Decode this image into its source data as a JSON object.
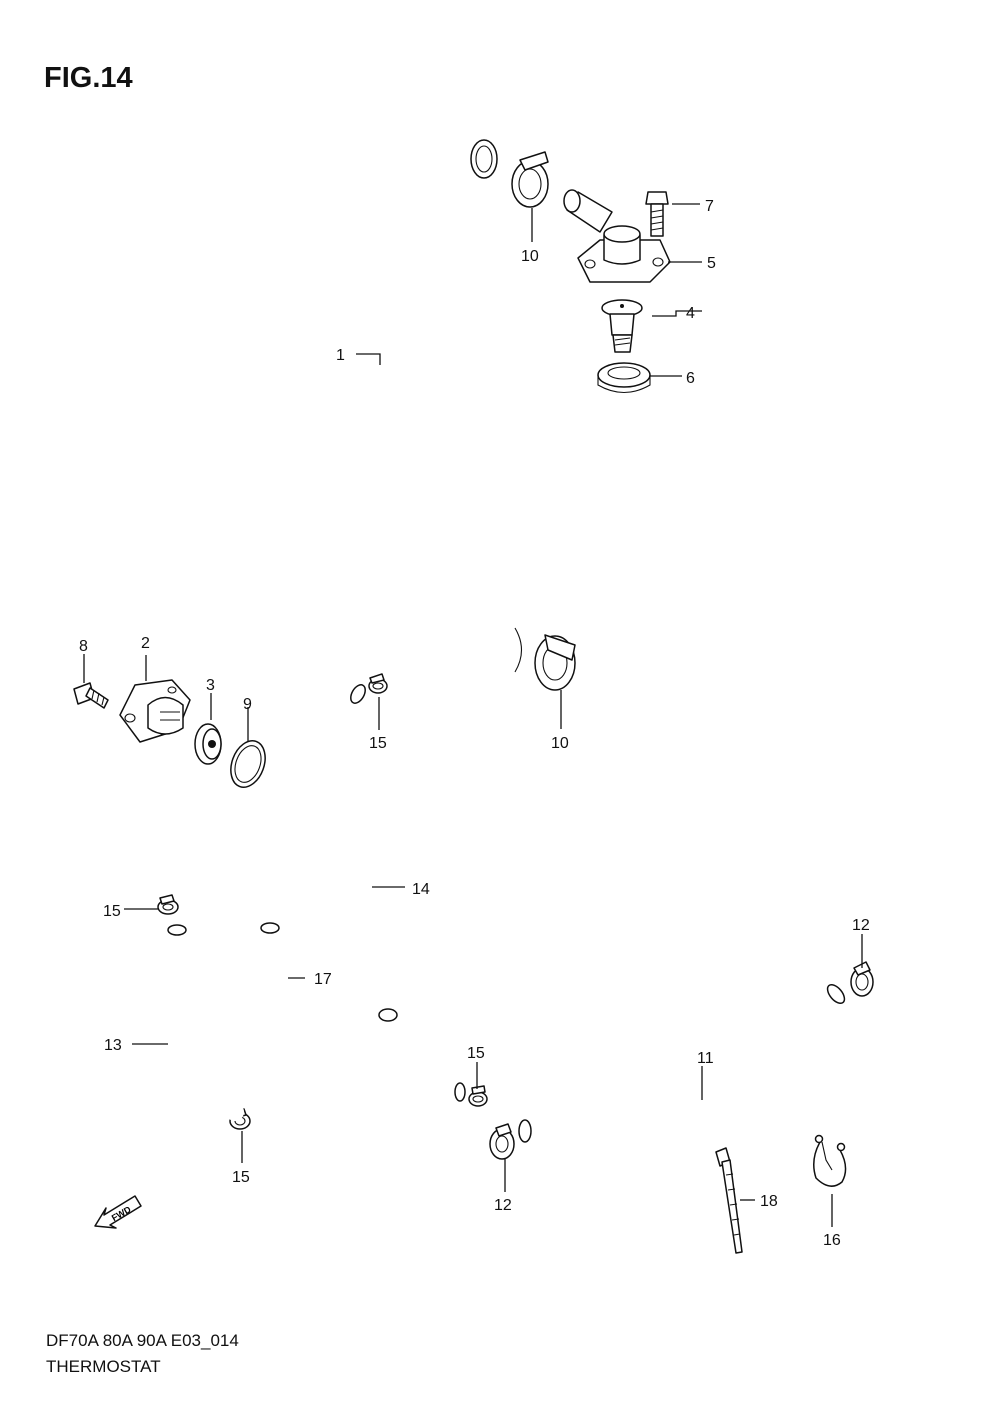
{
  "figure": {
    "title": "FIG.14",
    "code": "DF70A 80A 90A E03_014",
    "name": "THERMOSTAT"
  },
  "fwd_label": "FWD",
  "callouts": {
    "c1": "1",
    "c2": "2",
    "c3": "3",
    "c4": "4",
    "c5": "5",
    "c6": "6",
    "c7": "7",
    "c8": "8",
    "c9": "9",
    "c10a": "10",
    "c10b": "10",
    "c11": "11",
    "c12a": "12",
    "c12b": "12",
    "c13": "13",
    "c14": "14",
    "c15a": "15",
    "c15b": "15",
    "c15c": "15",
    "c15d": "15",
    "c16": "16",
    "c17": "17",
    "c18": "18"
  }
}
